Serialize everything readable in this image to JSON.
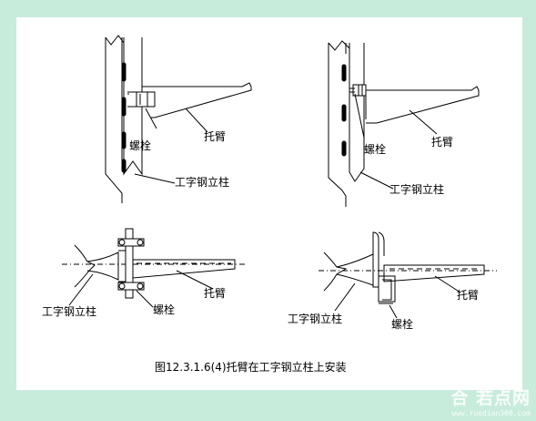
{
  "caption": "图12.3.1.6(4)托臂在工字钢立柱上安装",
  "labels": {
    "bolt": "螺栓",
    "arm": "托臂",
    "column": "工字钢立柱"
  },
  "watermark": {
    "logo": "合 若点网",
    "url": "www.ruodian360.com"
  }
}
